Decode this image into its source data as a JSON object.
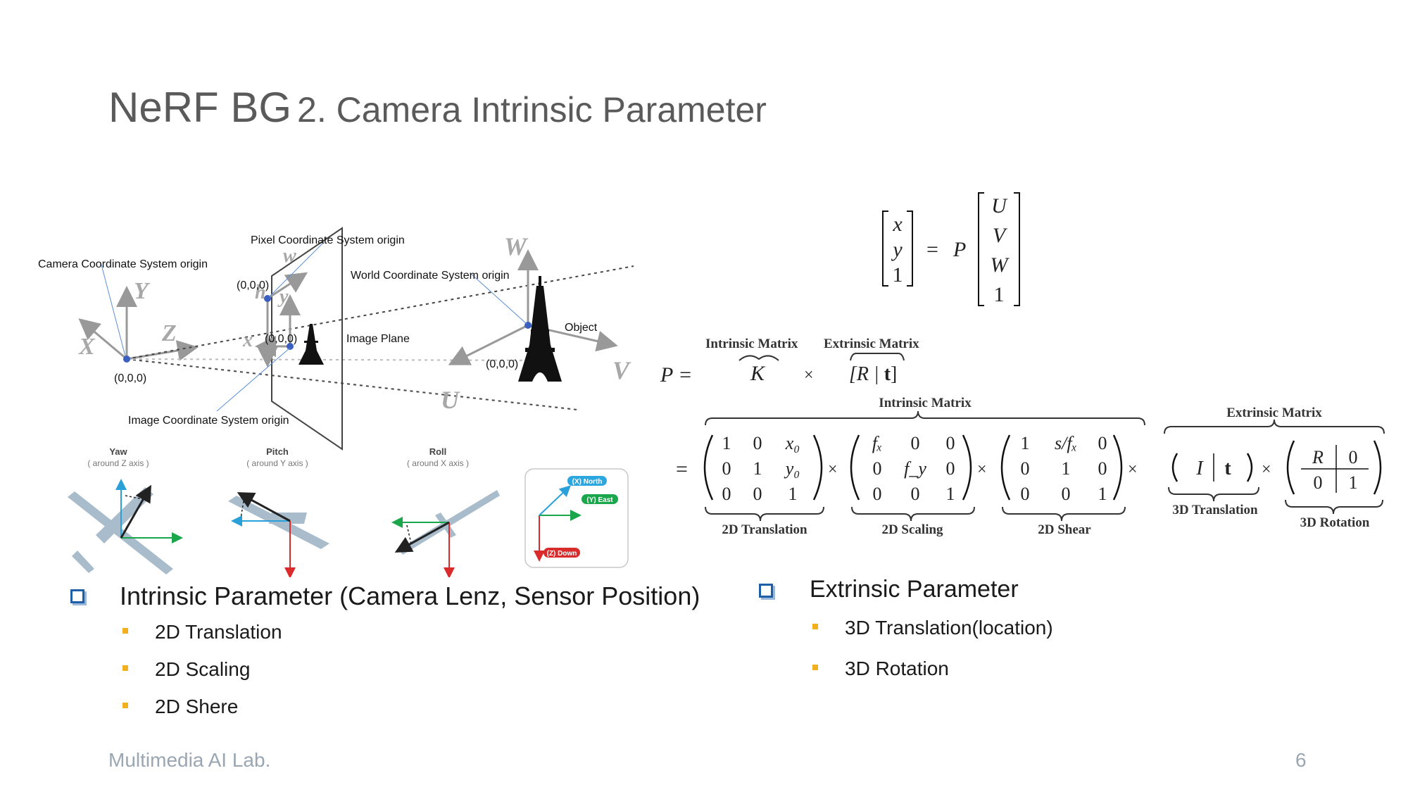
{
  "title": {
    "main": "NeRF BG",
    "sub": "2. Camera Intrinsic Parameter"
  },
  "camera_diagram": {
    "labels": {
      "pixel_origin": "Pixel Coordinate System origin",
      "camera_origin": "Camera Coordinate System origin",
      "world_origin": "World Coordinate System origin",
      "image_plane": "Image Plane",
      "object": "Object",
      "image_origin": "Image Coordinate System origin"
    },
    "origin_text": "(0,0,0)",
    "axes": {
      "X": "X",
      "Y": "Y",
      "Z": "Z",
      "W": "W",
      "U": "U",
      "V": "V",
      "w": "w",
      "h": "h",
      "x": "x",
      "y": "y"
    }
  },
  "rotation_panels": [
    {
      "name": "Yaw",
      "axis": "( around Z axis )"
    },
    {
      "name": "Pitch",
      "axis": "( around Y axis )"
    },
    {
      "name": "Roll",
      "axis": "( around X axis )"
    }
  ],
  "ned_badges": {
    "north": "(X) North",
    "east": "(Y) East",
    "down": "(Z) Down"
  },
  "equations": {
    "projection": {
      "lhs": [
        "x",
        "y",
        "1"
      ],
      "P": "P",
      "rhs": [
        "U",
        "V",
        "W",
        "1"
      ]
    },
    "decomp": {
      "P": "P =",
      "K": "K",
      "Rt_R": "[R | ",
      "Rt_t": "t",
      "Rt_close": "]",
      "times": "×",
      "intrinsic_label": "Intrinsic Matrix",
      "extrinsic_label": "Extrinsic Matrix"
    },
    "full": {
      "intrinsic_label": "Intrinsic Matrix",
      "extrinsic_label": "Extrinsic Matrix",
      "translation2d": [
        "1",
        "0",
        "x₀",
        "0",
        "1",
        "y₀",
        "0",
        "0",
        "1"
      ],
      "scaling2d": [
        "fₓ",
        "0",
        "0",
        "0",
        "f_y",
        "0",
        "0",
        "0",
        "1"
      ],
      "shear2d": [
        "1",
        "s/fₓ",
        "0",
        "0",
        "1",
        "0",
        "0",
        "0",
        "1"
      ],
      "labels": {
        "t2d": "2D Translation",
        "s2d": "2D Scaling",
        "sh2d": "2D Shear",
        "t3d": "3D Translation",
        "r3d": "3D Rotation"
      }
    }
  },
  "left_bullets": {
    "heading": "Intrinsic Parameter (Camera Lenz, Sensor Position)",
    "items": [
      "2D Translation",
      "2D Scaling",
      "2D Shere"
    ]
  },
  "right_bullets": {
    "heading": "Extrinsic Parameter",
    "items": [
      "3D Translation(location)",
      "3D Rotation"
    ]
  },
  "footer": {
    "lab": "Multimedia AI Lab.",
    "page": "6"
  },
  "colors": {
    "bullet_square": "#1f5fa8",
    "sub_dot": "#f2b01e",
    "footer": "#9aa6b2",
    "north": "#2ba6df",
    "east": "#1aa64b",
    "down": "#d92b2b",
    "origin_dot": "#3b5fc0"
  }
}
